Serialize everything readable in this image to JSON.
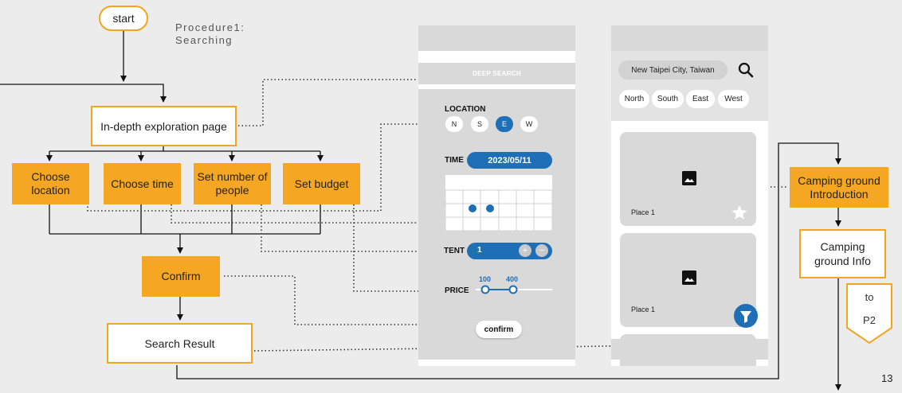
{
  "procedure": {
    "title_line1": "Procedure1:",
    "title_line2": "Searching"
  },
  "flow": {
    "start": "start",
    "exploration_page": "In-depth exploration page",
    "choose_location_1": "Choose",
    "choose_location_2": "location",
    "choose_time": "Choose time",
    "set_people_1": "Set number of",
    "set_people_2": "people",
    "set_budget": "Set budget",
    "confirm": "Confirm",
    "search_result": "Search Result",
    "camping_intro_1": "Camping ground",
    "camping_intro_2": "Introduction",
    "camping_info_1": "Camping",
    "camping_info_2": "ground Info",
    "to_label": "to",
    "to_page": "P2"
  },
  "page_number": "13",
  "deep_search_screen": {
    "header": "DEEP SEARCH",
    "location_label": "LOCATION",
    "directions": [
      "N",
      "S",
      "E",
      "W"
    ],
    "selected_direction": "E",
    "time_label": "TIME",
    "date": "2023/05/11",
    "tent_label": "TENT",
    "tent_count": "1",
    "plus_symbol": "+",
    "minus_symbol": "−",
    "price_label": "PRICE",
    "price_min": "100",
    "price_max": "400",
    "confirm_label": "confirm"
  },
  "results_screen": {
    "search_value": "New Taipei City, Taiwan",
    "regions": [
      "North",
      "South",
      "East",
      "West"
    ],
    "places": [
      "Place 1",
      "Place 1"
    ]
  },
  "colors": {
    "accent_orange": "#f5a623",
    "accent_blue": "#1e6fb6",
    "panel_gray": "#d9d9d9",
    "background": "#ececec"
  },
  "icons": [
    "search-icon",
    "image-icon",
    "star-icon",
    "filter-icon",
    "arrow-down-icon"
  ]
}
